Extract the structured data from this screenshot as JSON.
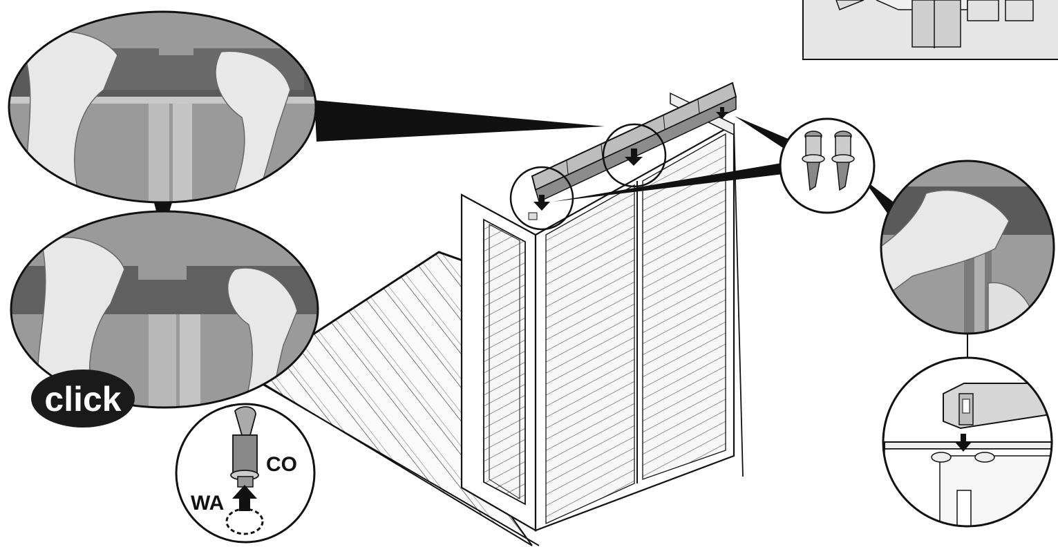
{
  "labels": {
    "click": "click",
    "co": "CO",
    "wa": "WA"
  },
  "colors": {
    "line": "#111111",
    "photo_bg": "#8a8a8a",
    "beam": "#5f5f5f",
    "panel_fill": "#f4f4f4",
    "inset_bg": "#e6e6e6",
    "click_bg": "#1a1a1a",
    "click_text": "#ffffff"
  },
  "icons": [
    "arrow-down-icon",
    "rotate-arrow-icon",
    "peg-icon",
    "glove-hand-icon"
  ]
}
